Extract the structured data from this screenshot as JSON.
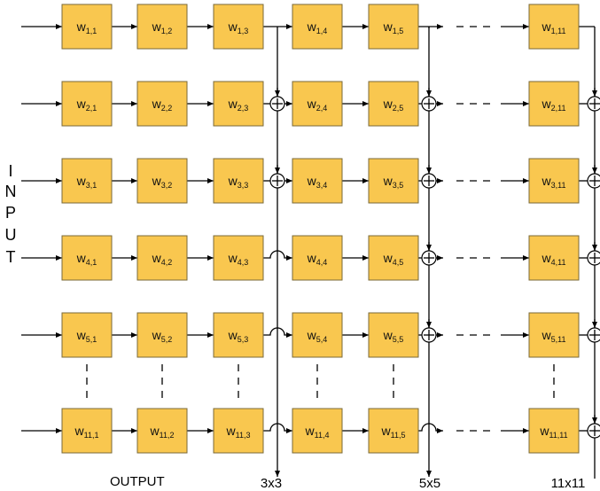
{
  "input_letters": [
    "I",
    "N",
    "P",
    "U",
    "T"
  ],
  "output_label": "OUTPUT",
  "column_labels": [
    "3x3",
    "5x5",
    "11x11"
  ],
  "weights": [
    [
      {
        "row": "1",
        "col": "1"
      },
      {
        "row": "1",
        "col": "2"
      },
      {
        "row": "1",
        "col": "3"
      },
      {
        "row": "1",
        "col": "4"
      },
      {
        "row": "1",
        "col": "5"
      },
      {
        "row": "1",
        "col": "11"
      }
    ],
    [
      {
        "row": "2",
        "col": "1"
      },
      {
        "row": "2",
        "col": "2"
      },
      {
        "row": "2",
        "col": "3"
      },
      {
        "row": "2",
        "col": "4"
      },
      {
        "row": "2",
        "col": "5"
      },
      {
        "row": "2",
        "col": "11"
      }
    ],
    [
      {
        "row": "3",
        "col": "1"
      },
      {
        "row": "3",
        "col": "2"
      },
      {
        "row": "3",
        "col": "3"
      },
      {
        "row": "3",
        "col": "4"
      },
      {
        "row": "3",
        "col": "5"
      },
      {
        "row": "3",
        "col": "11"
      }
    ],
    [
      {
        "row": "4",
        "col": "1"
      },
      {
        "row": "4",
        "col": "2"
      },
      {
        "row": "4",
        "col": "3"
      },
      {
        "row": "4",
        "col": "4"
      },
      {
        "row": "4",
        "col": "5"
      },
      {
        "row": "4",
        "col": "11"
      }
    ],
    [
      {
        "row": "5",
        "col": "1"
      },
      {
        "row": "5",
        "col": "2"
      },
      {
        "row": "5",
        "col": "3"
      },
      {
        "row": "5",
        "col": "4"
      },
      {
        "row": "5",
        "col": "5"
      },
      {
        "row": "5",
        "col": "11"
      }
    ],
    [
      {
        "row": "11",
        "col": "1"
      },
      {
        "row": "11",
        "col": "2"
      },
      {
        "row": "11",
        "col": "3"
      },
      {
        "row": "11",
        "col": "4"
      },
      {
        "row": "11",
        "col": "5"
      },
      {
        "row": "11",
        "col": "11"
      }
    ]
  ],
  "weight_symbol": "w",
  "colors": {
    "box_fill": "#f9c74f",
    "box_stroke": "#7a6a3a",
    "line": "#000000"
  }
}
